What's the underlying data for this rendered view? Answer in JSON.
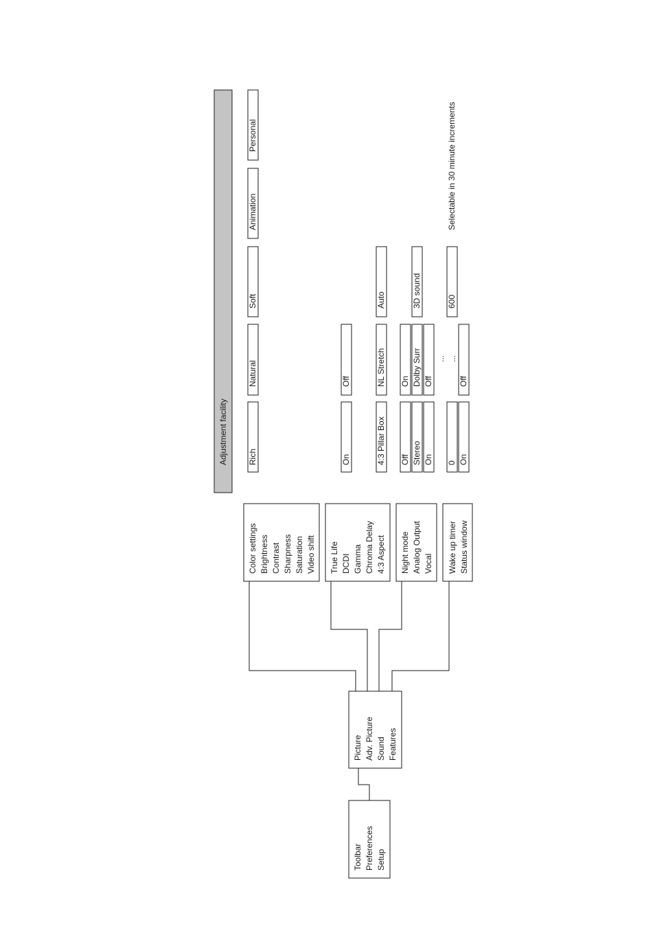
{
  "menu_root": {
    "items": [
      "Toolbar",
      "Preferences",
      "Setup"
    ]
  },
  "menu_level1": {
    "items": [
      "Picture",
      "Adv. Picture",
      "Sound",
      "Features"
    ]
  },
  "picture_menu": {
    "items": [
      "Color settings",
      "Brightness",
      "Contrast",
      "Sharpness",
      "Saturation",
      "Video shift"
    ]
  },
  "adv_picture_menu": {
    "items": [
      "True Life",
      "DCDI",
      "Gamma",
      "Chroma Delay",
      "4:3 Aspect"
    ]
  },
  "sound_menu": {
    "items": [
      "Night mode",
      "Analog Output",
      "Vocal"
    ]
  },
  "features_menu": {
    "items": [
      "Wake up timer",
      "Status window"
    ]
  },
  "adjustment": {
    "header": "Adjustment facility",
    "color_settings": [
      "Rich",
      "Natural",
      "Soft",
      "Animation",
      "Personal"
    ],
    "true_life": [
      "On",
      "Off"
    ],
    "aspect": [
      "4:3 Pillar Box",
      "NL Stretch",
      "Auto"
    ],
    "night_mode": [
      "Off",
      "On"
    ],
    "analog_output": [
      "Stereo",
      "Dolby Surr",
      "3D sound"
    ],
    "vocal": [
      "On",
      "Off"
    ],
    "vocal_ellipsis": "...",
    "wake_up_timer": [
      "0",
      "600"
    ],
    "wake_up_ellipsis": "...",
    "wake_up_note": "Selectable in 30 minute increments",
    "status_window": [
      "On",
      "Off"
    ]
  }
}
